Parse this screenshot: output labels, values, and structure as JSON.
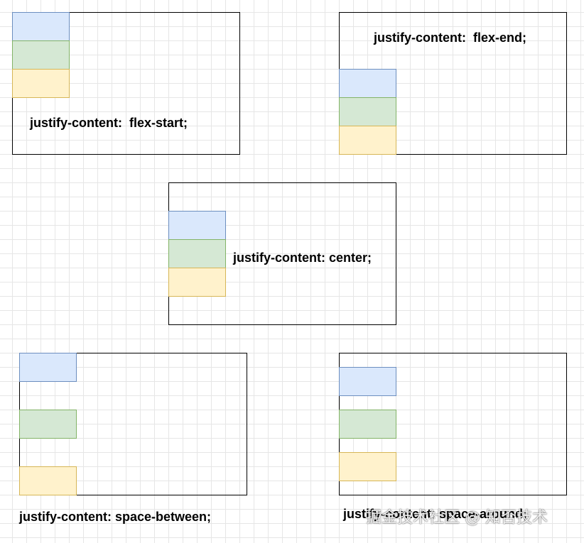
{
  "diagrams": [
    {
      "id": "flex-start",
      "label": "justify-content:  flex-start;"
    },
    {
      "id": "flex-end",
      "label": "justify-content:  flex-end;"
    },
    {
      "id": "center",
      "label": "justify-content: center;"
    },
    {
      "id": "space-between",
      "label": "justify-content: space-between;"
    },
    {
      "id": "space-around",
      "label": "justify-content: space-around;"
    }
  ],
  "colors": {
    "item1_fill": "#dae8fc",
    "item1_border": "#6c8ebf",
    "item2_fill": "#d5e8d4",
    "item2_border": "#82b366",
    "item3_fill": "#fff2cc",
    "item3_border": "#d6b656",
    "container_border": "#000000",
    "grid": "#e6e6e6"
  },
  "watermark": "掘金技术社区 @ 知否技术"
}
